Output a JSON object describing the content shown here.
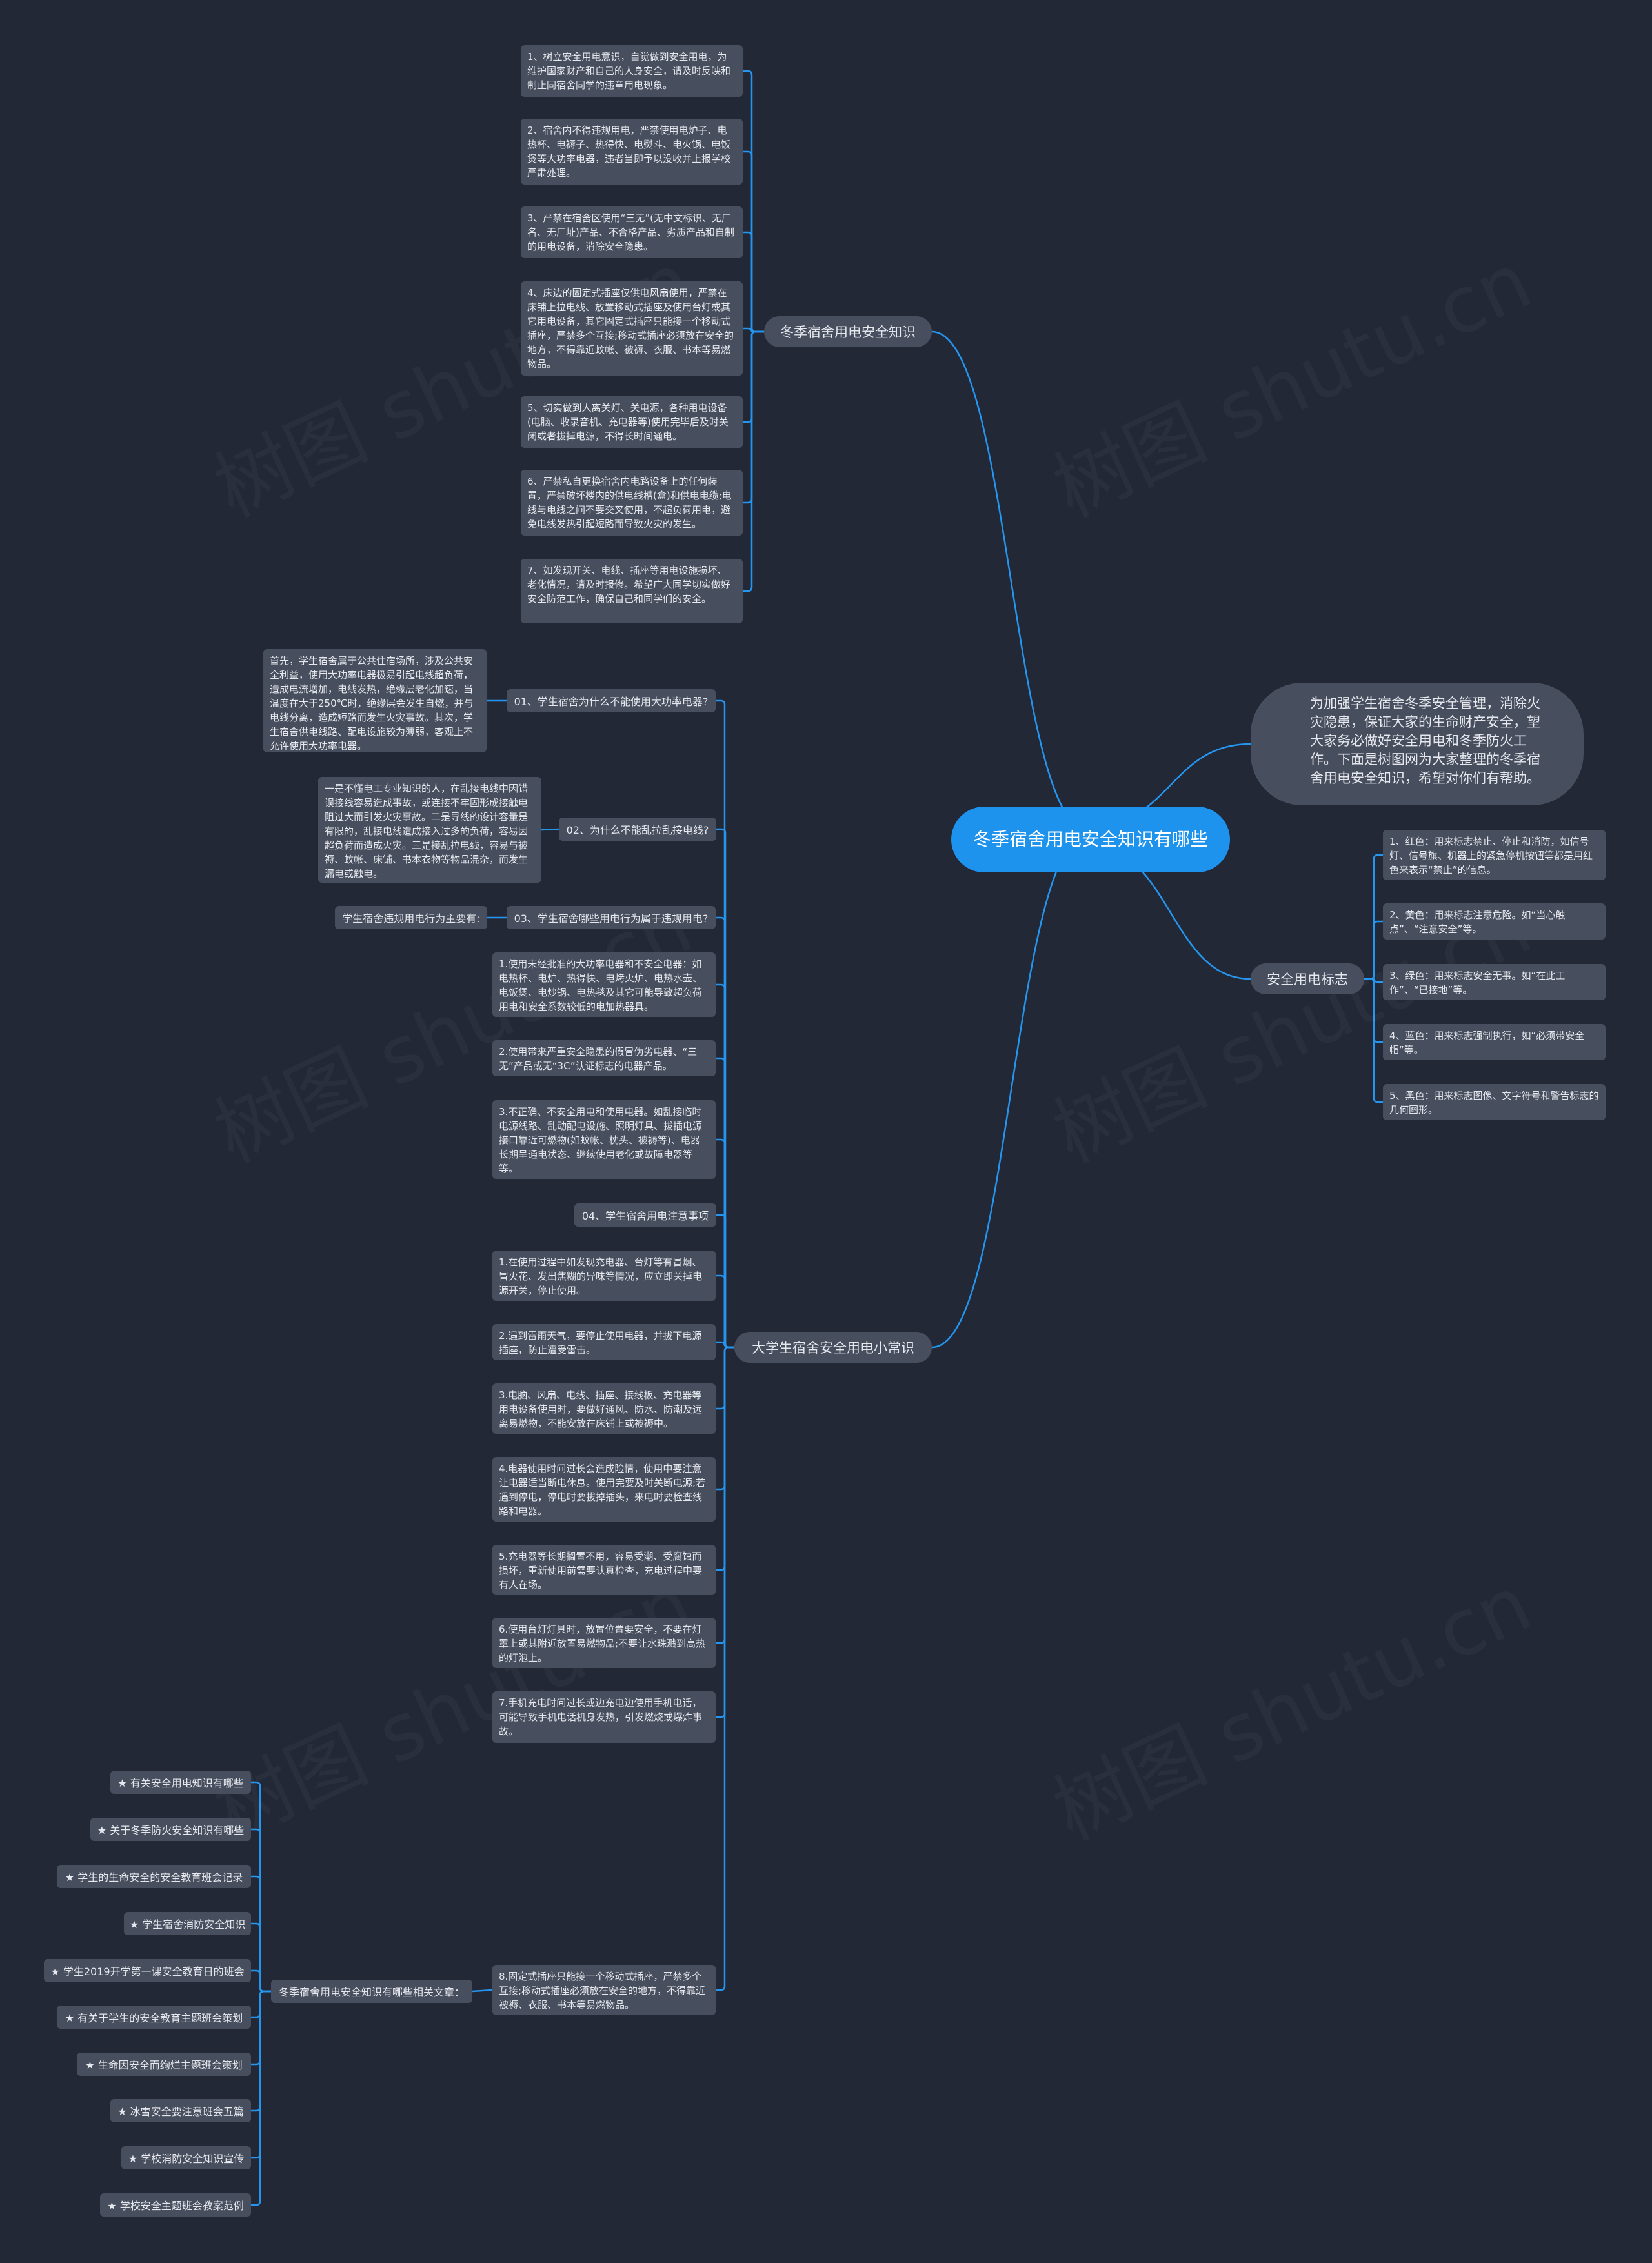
{
  "center": "冬季宿舍用电安全知识有哪些",
  "intro": "为加强学生宿舍冬季安全管理，消除火灾隐患，保证大家的生命财产安全，望大家务必做好安全用电和冬季防火工作。下面是树图网为大家整理的冬季宿舍用电安全知识，希望对你们有帮助。",
  "watermark": "树图 shutu.cn",
  "branch1": {
    "label": "冬季宿舍用电安全知识",
    "items": [
      "1、树立安全用电意识，自觉做到安全用电，为维护国家财产和自己的人身安全，请及时反映和制止同宿舍同学的违章用电现象。",
      "2、宿舍内不得违规用电，严禁使用电炉子、电热杯、电褥子、热得快、电熨斗、电火锅、电饭煲等大功率电器，违者当即予以没收并上报学校严肃处理。",
      "3、严禁在宿舍区使用“三无”(无中文标识、无厂名、无厂址)产品、不合格产品、劣质产品和自制的用电设备，消除安全隐患。",
      "4、床边的固定式插座仅供电风扇使用，严禁在床铺上拉电线、放置移动式插座及使用台灯或其它用电设备，其它固定式插座只能接一个移动式插座，严禁多个互接;移动式插座必须放在安全的地方，不得靠近蚊帐、被褥、衣服、书本等易燃物品。",
      "5、切实做到人离关灯、关电源，各种用电设备(电脑、收录音机、充电器等)使用完毕后及时关闭或者拔掉电源，不得长时间通电。",
      "6、严禁私自更换宿舍内电路设备上的任何装置，严禁破坏楼内的供电线槽(盒)和供电电缆;电线与电线之间不要交叉使用，不超负荷用电，避免电线发热引起短路而导致火灾的发生。",
      "7、如发现开关、电线、插座等用电设施损坏、老化情况，请及时报修。希望广大同学切实做好安全防范工作，确保自己和同学们的安全。"
    ]
  },
  "branch2": {
    "label": "安全用电标志",
    "items": [
      "1、红色：用来标志禁止、停止和消防，如信号灯、信号旗、机器上的紧急停机按钮等都是用红色来表示“禁止”的信息。",
      "2、黄色：用来标志注意危险。如“当心触点”、“注意安全”等。",
      "3、绿色：用来标志安全无事。如“在此工作”、“已接地”等。",
      "4、蓝色：用来标志强制执行，如“必须带安全帽”等。",
      "5、黑色：用来标志图像、文字符号和警告标志的几何图形。"
    ]
  },
  "branch3": {
    "label": "大学生宿舍安全用电小常识",
    "q1": "01、学生宿舍为什么不能使用大功率电器?",
    "q1_answer": "首先，学生宿舍属于公共住宿场所，涉及公共安全利益，使用大功率电器极易引起电线超负荷，造成电流增加，电线发热，绝缘层老化加速，当温度在大于250℃时，绝缘层会发生自燃，并与电线分离，造成短路而发生火灾事故。其次，学生宿舍供电线路、配电设施较为薄弱，客观上不允许使用大功率电器。",
    "q2": "02、为什么不能乱拉乱接电线?",
    "q2_answer": "一是不懂电工专业知识的人，在乱接电线中因错误接线容易造成事故，或连接不牢固形成接触电阻过大而引发火灾事故。二是导线的设计容量是有限的，乱接电线造成接入过多的负荷，容易因超负荷而造成火灾。三是接乱拉电线，容易与被褥、蚊帐、床铺、书本衣物等物品混杂，而发生漏电或触电。",
    "q3": "03、学生宿舍哪些用电行为属于违规用电?",
    "q3_side": "学生宿舍违规用电行为主要有:",
    "q3_items": [
      "1.使用未经批准的大功率电器和不安全电器：如电热杯、电炉、热得快、电烤火炉、电热水壶、电饭煲、电炒锅、电热毯及其它可能导致超负荷用电和安全系数较低的电加热器具。",
      "2.使用带来严重安全隐患的假冒伪劣电器、“三无”产品或无“3C”认证标志的电器产品。",
      "3.不正确、不安全用电和使用电器。如乱接临时电源线路、乱动配电设施、照明灯具、拔插电源接口靠近可燃物(如蚊帐、枕头、被褥等)、电器长期呈通电状态、继续使用老化或故障电器等等。"
    ],
    "q4": "04、学生宿舍用电注意事项",
    "q4_items": [
      "1.在使用过程中如发现充电器、台灯等有冒烟、冒火花、发出焦糊的异味等情况，应立即关掉电源开关，停止使用。",
      "2.遇到雷雨天气，要停止使用电器，并拔下电源插座，防止遭受雷击。",
      "3.电脑、风扇、电线、插座、接线板、充电器等用电设备使用时，要做好通风、防水、防潮及远离易燃物，不能安放在床铺上或被褥中。",
      "4.电器使用时间过长会造成险情，使用中要注意让电器适当断电休息。使用完要及时关断电源;若遇到停电，停电时要拔掉插头，来电时要检查线路和电器。",
      "5.充电器等长期搁置不用，容易受潮、受腐蚀而损坏，重新使用前需要认真检查，充电过程中要有人在场。",
      "6.使用台灯灯具时，放置位置要安全，不要在灯罩上或其附近放置易燃物品;不要让水珠溅到高热的灯泡上。",
      "7.手机充电时间过长或边充电边使用手机电话，可能导致手机电话机身发热，引发燃烧或爆炸事故。",
      "8.固定式插座只能接一个移动式插座，严禁多个互接;移动式插座必须放在安全的地方，不得靠近被褥、衣服、书本等易燃物品。"
    ]
  },
  "related": {
    "label": "冬季宿舍用电安全知识有哪些相关文章：",
    "items": [
      "★ 有关安全用电知识有哪些",
      "★ 关于冬季防火安全知识有哪些",
      "★ 学生的生命安全的安全教育班会记录",
      "★ 学生宿舍消防安全知识",
      "★ 学生2019开学第一课安全教育日的班会",
      "★ 有关于学生的安全教育主题班会策划",
      "★ 生命因安全而绚烂主题班会策划",
      "★ 冰雪安全要注意班会五篇",
      "★ 学校消防安全知识宣传",
      "★ 学校安全主题班会教案范例"
    ]
  },
  "colors": {
    "background": "#232837",
    "node": "#474e5e",
    "center": "#1e93ee",
    "edge": "#2496ef"
  }
}
